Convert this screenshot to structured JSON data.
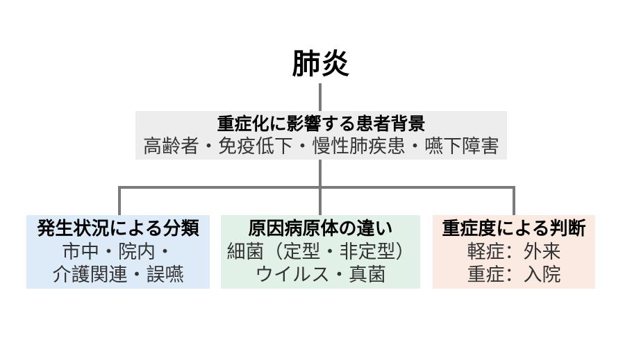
{
  "diagram": {
    "title": "肺炎",
    "colors": {
      "background": "#ffffff",
      "connector": "#7a7a7a",
      "heading_text": "#000000",
      "body_text": "#333333"
    },
    "root_box": {
      "heading": "重症化に影響する患者背景",
      "body": "高齢者・免疫低下・慢性肺疾患・嚥下障害",
      "background": "#ededed"
    },
    "branches": [
      {
        "heading": "発生状況による分類",
        "lines": [
          "市中・院内・",
          "介護関連・誤嚥"
        ],
        "background": "#ddeaf8"
      },
      {
        "heading": "原因病原体の違い",
        "lines": [
          "細菌（定型・非定型）",
          "ウイルス・真菌"
        ],
        "background": "#e2f1e7"
      },
      {
        "heading": "重症度による判断",
        "lines": [
          "軽症：外来",
          "重症：入院"
        ],
        "background": "#faeae2"
      }
    ]
  }
}
